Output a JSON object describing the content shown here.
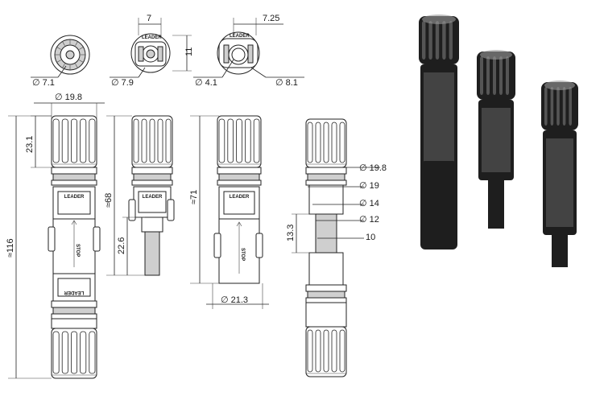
{
  "brand_label": "LEADER",
  "stop_label": "STOP",
  "dimensions": {
    "d_top_left": "∅ 7.1",
    "d_top_mid": "∅ 7.9",
    "w_top_mid": "7",
    "h_top_mid": "11",
    "d_top_right_small": "∅ 4.1",
    "d_top_right_large": "∅ 8.1",
    "w_top_right": "7.25",
    "d_body": "∅ 19.8",
    "h_cap": "23.1",
    "h_total_left": "≈116",
    "h_male": "≈68",
    "h_pin": "22.6",
    "h_female": "≈71",
    "w_female_base": "∅ 21.3",
    "d_section_1": "∅ 19.8",
    "d_section_2": "∅ 19",
    "d_section_3": "∅ 14",
    "d_section_4": "∅ 12",
    "w_section_5": "10",
    "h_section": "13.3"
  },
  "colors": {
    "line": "#222222",
    "photo_body": "#1e1e1e",
    "photo_highlight": "#9a9a9a"
  }
}
